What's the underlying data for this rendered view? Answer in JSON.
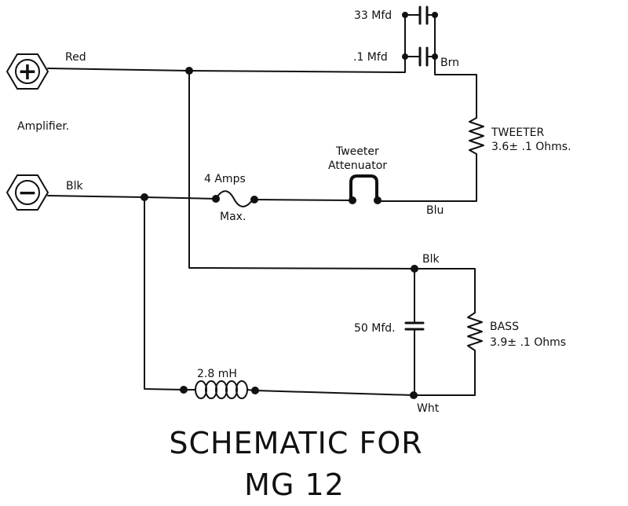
{
  "terminals": {
    "positive_symbol": "+",
    "negative_symbol": "−",
    "source_label": "Amplifier."
  },
  "wires": {
    "red": "Red",
    "blk_negative": "Blk",
    "blk_bass": "Blk",
    "brn": "Brn",
    "blu": "Blu",
    "wht": "Wht"
  },
  "components": {
    "cap_33": "33 Mfd",
    "cap_01": ".1 Mfd",
    "fuse_top": "4 Amps",
    "fuse_bottom": "Max.",
    "attenuator_line1": "Tweeter",
    "attenuator_line2": "Attenuator",
    "tweeter_name": "TWEETER",
    "tweeter_spec": "3.6± .1 Ohms.",
    "cap_50": "50 Mfd.",
    "bass_name": "BASS",
    "bass_spec": "3.9± .1 Ohms",
    "inductor": "2.8 mH"
  },
  "title": {
    "line1": "SCHEMATIC FOR",
    "line2": "MG 12"
  }
}
